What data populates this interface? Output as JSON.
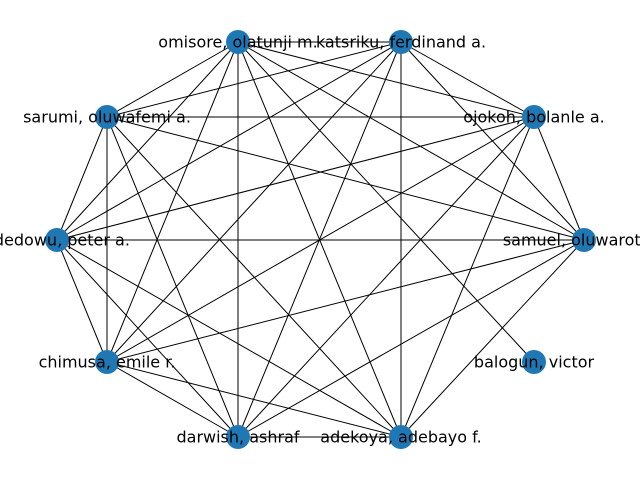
{
  "colors": {
    "node": "#1f77b4",
    "edge": "#000000",
    "label": "#000000",
    "background": "#ffffff"
  },
  "nodes": [
    {
      "id": "katsriku",
      "label": "katsriku, ferdinand a."
    },
    {
      "id": "ojokoh",
      "label": "ojokoh, bolanle a."
    },
    {
      "id": "samuel",
      "label": "samuel, oluwarotimi"
    },
    {
      "id": "balogun",
      "label": "balogun, victor"
    },
    {
      "id": "adekoya",
      "label": "adekoya, adebayo f."
    },
    {
      "id": "darwish",
      "label": "darwish, ashraf"
    },
    {
      "id": "chimusa",
      "label": "chimusa, emile r."
    },
    {
      "id": "adedowu",
      "label": "adedowu, peter a."
    },
    {
      "id": "sarumi",
      "label": "sarumi, oluwafemi a."
    },
    {
      "id": "omisore",
      "label": "omisore, olatunji m."
    }
  ],
  "edges": [
    [
      "katsriku",
      "ojokoh"
    ],
    [
      "katsriku",
      "samuel"
    ],
    [
      "katsriku",
      "adekoya"
    ],
    [
      "katsriku",
      "darwish"
    ],
    [
      "katsriku",
      "chimusa"
    ],
    [
      "katsriku",
      "adedowu"
    ],
    [
      "katsriku",
      "sarumi"
    ],
    [
      "katsriku",
      "omisore"
    ],
    [
      "ojokoh",
      "samuel"
    ],
    [
      "ojokoh",
      "adekoya"
    ],
    [
      "ojokoh",
      "darwish"
    ],
    [
      "ojokoh",
      "chimusa"
    ],
    [
      "ojokoh",
      "adedowu"
    ],
    [
      "ojokoh",
      "sarumi"
    ],
    [
      "ojokoh",
      "omisore"
    ],
    [
      "samuel",
      "adekoya"
    ],
    [
      "samuel",
      "darwish"
    ],
    [
      "samuel",
      "chimusa"
    ],
    [
      "samuel",
      "adedowu"
    ],
    [
      "samuel",
      "sarumi"
    ],
    [
      "samuel",
      "omisore"
    ],
    [
      "balogun",
      "omisore"
    ],
    [
      "adekoya",
      "darwish"
    ],
    [
      "adekoya",
      "chimusa"
    ],
    [
      "adekoya",
      "adedowu"
    ],
    [
      "adekoya",
      "sarumi"
    ],
    [
      "adekoya",
      "omisore"
    ],
    [
      "darwish",
      "chimusa"
    ],
    [
      "darwish",
      "adedowu"
    ],
    [
      "darwish",
      "sarumi"
    ],
    [
      "darwish",
      "omisore"
    ],
    [
      "chimusa",
      "adedowu"
    ],
    [
      "chimusa",
      "sarumi"
    ],
    [
      "chimusa",
      "omisore"
    ],
    [
      "adedowu",
      "sarumi"
    ],
    [
      "adedowu",
      "omisore"
    ],
    [
      "sarumi",
      "omisore"
    ]
  ]
}
